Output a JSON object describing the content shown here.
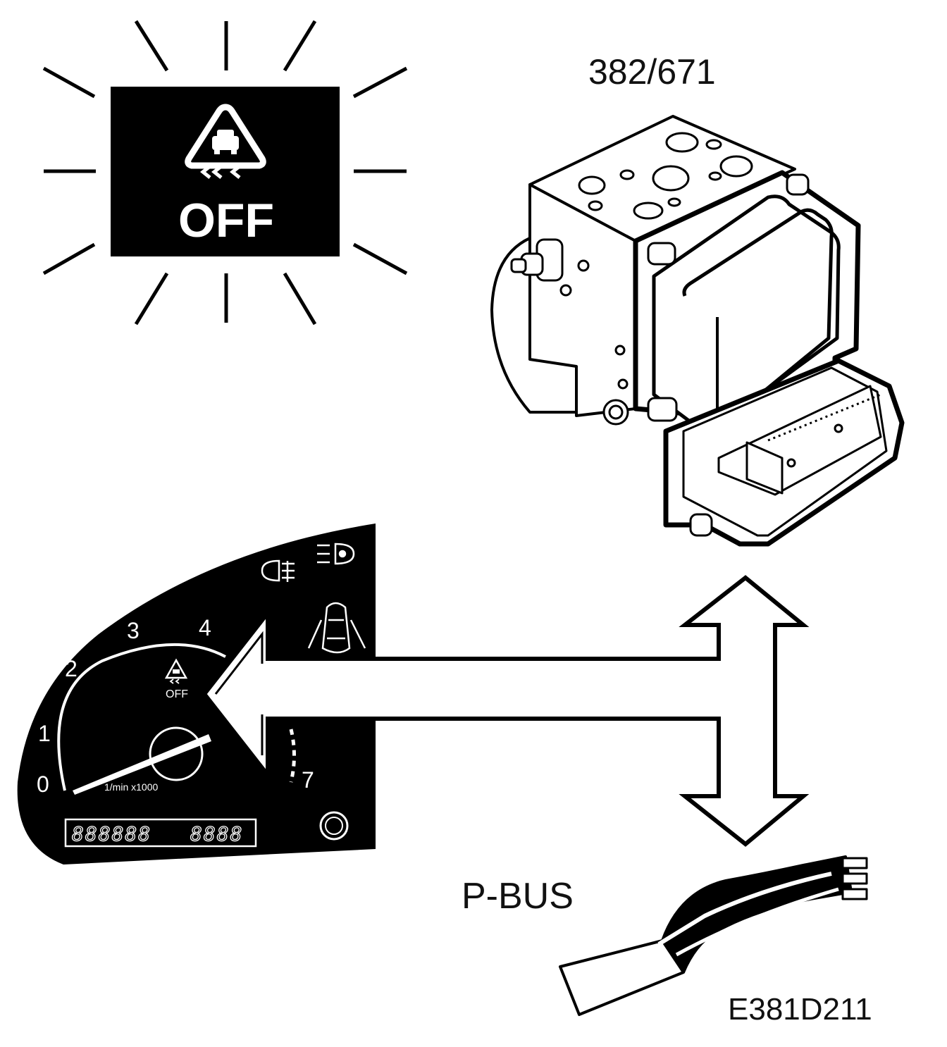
{
  "warning_lamp": {
    "text": "OFF"
  },
  "unit_label": "382/671",
  "cluster": {
    "tach_numbers": [
      "0",
      "1",
      "2",
      "3",
      "4",
      "7"
    ],
    "tach_unit": "1/min x1000",
    "lamp_text": "OFF",
    "odometer_left": "888888",
    "odometer_right": "8888"
  },
  "bus_label": "P-BUS",
  "figure_code": "E381D211"
}
